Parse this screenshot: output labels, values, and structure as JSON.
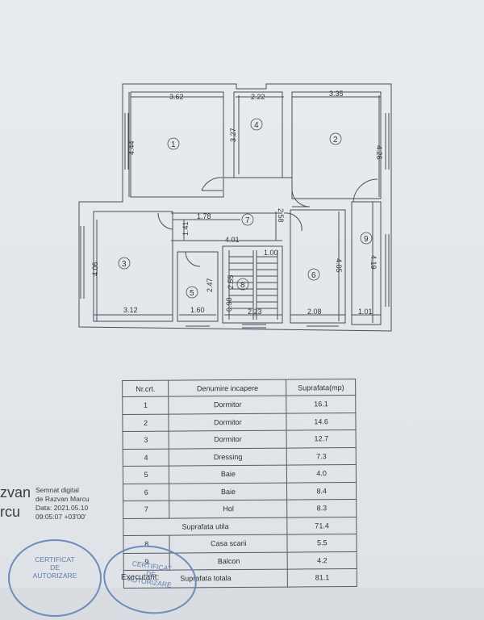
{
  "plan": {
    "dimensions": [
      "3.62",
      "2.22",
      "3.35",
      "4.44",
      "3.27",
      "4.26",
      "1.78",
      "2.58",
      "1.41",
      "4.01",
      "1.00",
      "4.06",
      "4.05",
      "4.19",
      "2.47",
      "2.55",
      "0.90",
      "3.12",
      "1.60",
      "2.23",
      "2.08",
      "1.01"
    ],
    "room_numbers": [
      "1",
      "2",
      "3",
      "4",
      "5",
      "6",
      "7",
      "8",
      "9"
    ]
  },
  "table": {
    "headers": [
      "Nr.crt.",
      "Denumire incapere",
      "Suprafata(mp)"
    ],
    "rows": [
      {
        "nr": "1",
        "name": "Dormitor",
        "area": "16.1"
      },
      {
        "nr": "2",
        "name": "Dormitor",
        "area": "14.6"
      },
      {
        "nr": "3",
        "name": "Dormitor",
        "area": "12.7"
      },
      {
        "nr": "4",
        "name": "Dressing",
        "area": "7.3"
      },
      {
        "nr": "5",
        "name": "Baie",
        "area": "4.0"
      },
      {
        "nr": "6",
        "name": "Baie",
        "area": "8.4"
      },
      {
        "nr": "7",
        "name": "Hol",
        "area": "8.3"
      }
    ],
    "useful_area": {
      "label": "Suprafata utila",
      "area": "71.4"
    },
    "extra_rows": [
      {
        "nr": "8",
        "name": "Casa scarii",
        "area": "5.5"
      },
      {
        "nr": "9",
        "name": "Balcon",
        "area": "4.2"
      }
    ],
    "total_area": {
      "label": "Suprafata totala",
      "area": "81.1"
    }
  },
  "signature": {
    "name_fragment_1": "zvan",
    "name_fragment_2": "rcu",
    "line1": "Semnat digital",
    "line2": "de Razvan Marcu",
    "line3": "Data: 2021.05.10",
    "line4": "09:05:07 +03'00'"
  },
  "stamps": {
    "stamp1_line1": "CERTIFICAT",
    "stamp1_line2": "DE",
    "stamp1_line3": "AUTORIZARE",
    "stamp2_line1": "CERTIFICAT",
    "stamp2_line2": "DE",
    "stamp2_line3": "AUTORIZARE"
  },
  "executant_label": "Executant:"
}
